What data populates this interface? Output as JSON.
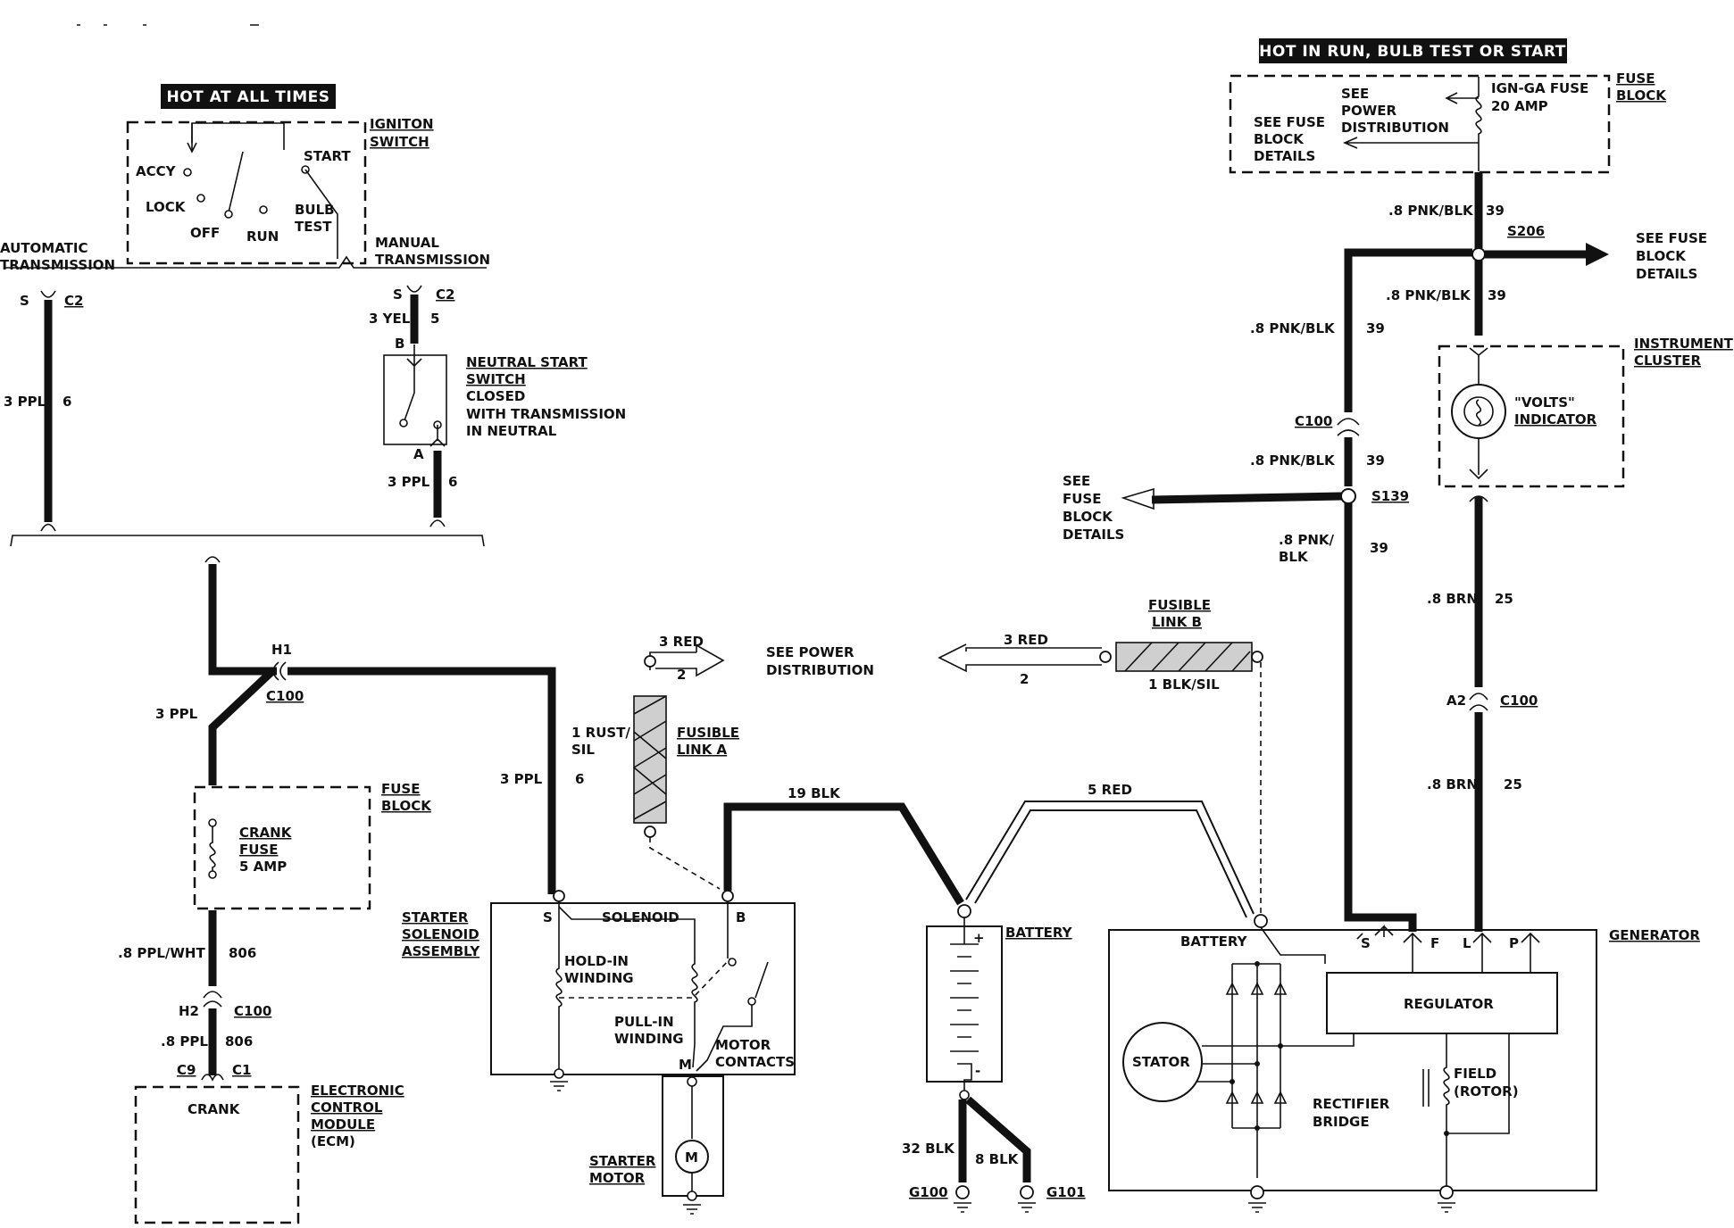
{
  "headers": {
    "hot_at_all_times": "HOT AT ALL TIMES",
    "hot_in_run": "HOT IN RUN, BULB TEST OR START"
  },
  "ignition_switch": {
    "title": [
      "IGNITON",
      "SWITCH"
    ],
    "positions": {
      "accy": "ACCY",
      "lock": "LOCK",
      "off": "OFF",
      "run": "RUN",
      "start": "START",
      "bulb_test": [
        "BULB",
        "TEST"
      ]
    },
    "automatic": [
      "AUTOMATIC",
      "TRANSMISSION"
    ],
    "manual": [
      "MANUAL",
      "TRANSMISSION"
    ]
  },
  "connectors": {
    "auto_pin": "S",
    "auto_conn": "C2",
    "auto_wire": "3 PPL",
    "auto_circuit": "6",
    "man_pin": "S",
    "man_conn": "C2",
    "man_wire": "3 YEL",
    "man_circuit": "5",
    "nss_pin_b": "B",
    "nss_pin_a": "A",
    "nss_out_wire": "3 PPL",
    "nss_out_circuit": "6",
    "h1": "H1",
    "h1_conn": "C100",
    "h1_wire": "3 PPL",
    "h2": "H2",
    "h2_conn": "C100",
    "fuse_out_wire": ".8 PPL/WHT",
    "fuse_out_circuit": "806",
    "ecm_wire": ".8 PPL",
    "ecm_circuit": "806",
    "ecm_pin_left": "C9",
    "ecm_pin_right": "C1",
    "sol_wire": "3 PPL",
    "sol_circuit": "6"
  },
  "neutral_start_switch": {
    "lines": [
      "NEUTRAL START",
      "SWITCH",
      "CLOSED",
      "WITH TRANSMISSION",
      "IN NEUTRAL"
    ]
  },
  "crank_fuse_block": {
    "title": [
      "FUSE",
      "BLOCK"
    ],
    "fuse": [
      "CRANK",
      "FUSE",
      "5 AMP"
    ]
  },
  "ecm": {
    "title": [
      "ELECTRONIC",
      "CONTROL",
      "MODULE",
      "(ECM)"
    ],
    "label": "CRANK"
  },
  "starter": {
    "assembly": [
      "STARTER",
      "SOLENOID",
      "ASSEMBLY"
    ],
    "solenoid": "SOLENOID",
    "hold_in": [
      "HOLD-IN",
      "WINDING"
    ],
    "pull_in": [
      "PULL-IN",
      "WINDING"
    ],
    "motor_contacts": [
      "MOTOR",
      "CONTACTS"
    ],
    "pin_s": "S",
    "pin_b": "B",
    "pin_m": "M",
    "motor": [
      "STARTER",
      "MOTOR"
    ],
    "motor_symbol": "M"
  },
  "power": {
    "red_a_wire": "3 RED",
    "red_a_circuit": "2",
    "see_power": [
      "SEE POWER",
      "DISTRIBUTION"
    ],
    "red_b_wire": "3 RED",
    "red_b_circuit": "2",
    "fusible_a": [
      "FUSIBLE",
      "LINK A"
    ],
    "fusible_a_wire": [
      "1 RUST/",
      "SIL"
    ],
    "fusible_b": [
      "FUSIBLE",
      "LINK B"
    ],
    "fusible_b_wire": "1 BLK/SIL",
    "blk_wire": "19 BLK",
    "red5_wire": "5 RED"
  },
  "battery": {
    "label": "BATTERY",
    "plus": "+",
    "minus": "-",
    "g100_wire": "32 BLK",
    "g101_wire": "8 BLK",
    "g100": "G100",
    "g101": "G101"
  },
  "ign_fuse_block": {
    "title": [
      "FUSE",
      "BLOCK"
    ],
    "see_fuse": [
      "SEE FUSE",
      "BLOCK",
      "DETAILS"
    ],
    "see_power": [
      "SEE",
      "POWER",
      "DISTRIBUTION"
    ],
    "fuse": [
      "IGN-GA FUSE",
      "20 AMP"
    ]
  },
  "right_wiring": {
    "w1": ".8 PNK/BLK",
    "c1": "39",
    "s206": "S206",
    "see_fuse_right": [
      "SEE FUSE",
      "BLOCK",
      "DETAILS"
    ],
    "w2": ".8 PNK/BLK",
    "c2": "39",
    "w3": ".8 PNK/BLK",
    "c3": "39",
    "c100": "C100",
    "w4": ".8 PNK/BLK",
    "c4": "39",
    "s139": "S139",
    "see_fuse_left": [
      "SEE",
      "FUSE",
      "BLOCK",
      "DETAILS"
    ],
    "w5": [
      ".8 PNK/",
      "BLK"
    ],
    "c5": "39",
    "brn1": ".8 BRN",
    "brn1_circuit": "25",
    "a2": "A2",
    "a2_conn": "C100",
    "brn2": ".8 BRN",
    "brn2_circuit": "25"
  },
  "instrument_cluster": {
    "title": [
      "INSTRUMENT",
      "CLUSTER"
    ],
    "indicator": [
      "\"VOLTS\"",
      "INDICATOR"
    ]
  },
  "generator": {
    "title": "GENERATOR",
    "battery": "BATTERY",
    "terminals": [
      "S",
      "F",
      "L",
      "P"
    ],
    "regulator": "REGULATOR",
    "stator": "STATOR",
    "rectifier": [
      "RECTIFIER",
      "BRIDGE"
    ],
    "field": [
      "FIELD",
      "(ROTOR)"
    ]
  }
}
